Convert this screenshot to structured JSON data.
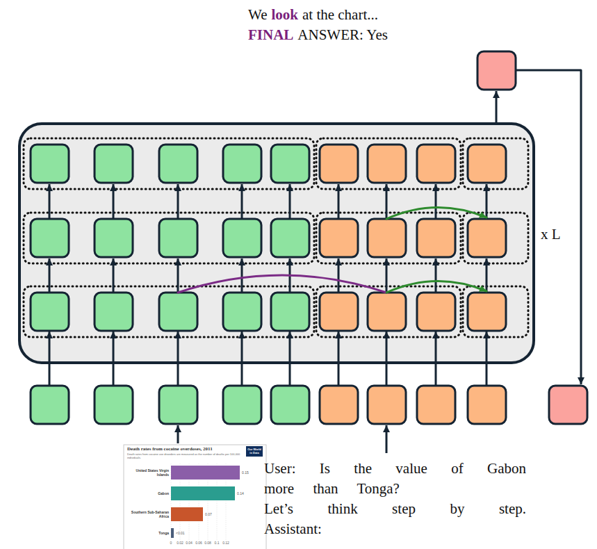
{
  "diagram": {
    "labels": [
      "We",
      "look",
      "at the chart...",
      "FINAL",
      "ANSWER: Yes",
      "x L",
      "User: Is the value of Gabon more than Tonga?",
      "Let’s think step by step.",
      "Assistant:",
      "Death rates from cocaine overdoses, 2011",
      "Death rates from cocaine use disorders are measured as the number of deaths per 100,000 individuals.",
      "Our World in Data",
      "United States Virgin Islands",
      "0.15",
      "Gabon",
      "0.14",
      "Southern Sub-Saharan Africa",
      "0.07",
      "Tonga",
      "<0.01",
      "0",
      "0.02",
      "0.04",
      "0.06",
      "0.08",
      "0.1",
      "0.12"
    ]
  }
}
